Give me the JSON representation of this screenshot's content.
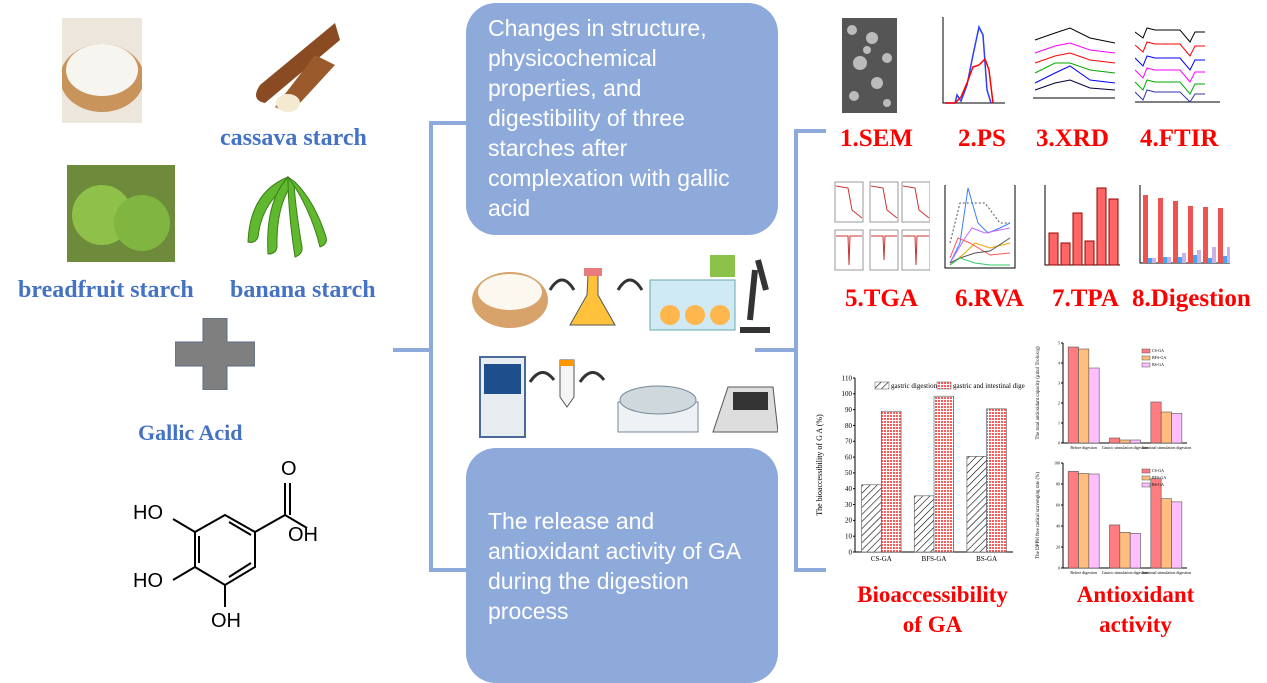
{
  "starches": {
    "cassava": "cassava starch",
    "breadfruit": "breadfruit starch",
    "banana": "banana starch"
  },
  "gallic_acid": {
    "title": "Gallic Acid",
    "atoms": {
      "oh1": "OH",
      "ho1": "HO",
      "ho2": "HO",
      "oh_bottom": "OH",
      "o": "O"
    }
  },
  "boxes": {
    "top": "Changes in structure, physicochemical properties, and digestibility of three starches after complexation with gallic acid",
    "bottom": "The release and antioxidant activity of GA during the digestion process"
  },
  "analyses": [
    "1.SEM",
    "2.PS",
    "3.XRD",
    "4.FTIR",
    "5.TGA",
    "6.RVA",
    "7.TPA",
    "8.Digestion"
  ],
  "results": {
    "bioaccessibility": "Bioaccessibility of GA",
    "antioxidant": "Antioxidant activity"
  },
  "colors": {
    "box": "#8eaadb",
    "label_blue": "#4472c4",
    "label_red": "#ff0000"
  },
  "chart_data": [
    {
      "type": "bar",
      "categories": [
        "CS-GA",
        "BFS-GA",
        "BS-GA"
      ],
      "series": [
        {
          "name": "gastric digestion",
          "values": [
            42.5,
            35.5,
            60.5
          ],
          "color": "#ffffff",
          "pattern": "hatch-black"
        },
        {
          "name": "gastric and intestinal digestion",
          "values": [
            89,
            98.5,
            90.5
          ],
          "color": "#ff8080",
          "pattern": "checker-red"
        }
      ],
      "ylabel": "The bioaccessibility of G A (%)",
      "ylim": [
        0,
        110
      ],
      "yticks": [
        0,
        10,
        20,
        30,
        40,
        50,
        60,
        70,
        80,
        90,
        100,
        110
      ],
      "legend": "top"
    },
    {
      "type": "bar",
      "categories": [
        "Before digestion",
        "Gastric stimulation digestion",
        "Intestinal stimulation digestion"
      ],
      "series": [
        {
          "name": "CS-GA",
          "values": [
            4.8,
            0.25,
            2.05
          ],
          "color": "#ff7c80"
        },
        {
          "name": "BFS-GA",
          "values": [
            4.7,
            0.15,
            1.55
          ],
          "color": "#ffbe7d"
        },
        {
          "name": "BS-GA",
          "values": [
            3.75,
            0.15,
            1.48
          ],
          "color": "#ffbfff"
        }
      ],
      "ylabel": "The total antioxidant capacity (μmol Trolox/g)",
      "ylim": [
        0,
        5
      ],
      "yticks": [
        0,
        1,
        2,
        3,
        4,
        5
      ],
      "legend": "top-right"
    },
    {
      "type": "bar",
      "categories": [
        "Before digestion",
        "Gastric stimulation digestion",
        "Intestinal stimulation digestion"
      ],
      "series": [
        {
          "name": "CS-GA",
          "values": [
            92,
            41,
            85
          ],
          "color": "#ff7c80"
        },
        {
          "name": "BFS-GA",
          "values": [
            90,
            34,
            66
          ],
          "color": "#ffbe7d"
        },
        {
          "name": "BS-GA",
          "values": [
            89.5,
            33,
            63
          ],
          "color": "#ffbfff"
        }
      ],
      "ylabel": "The DPPH free radical scavenging rate (%)",
      "ylim": [
        0,
        100
      ],
      "yticks": [
        0,
        20,
        40,
        60,
        80,
        100
      ],
      "legend": "top-right"
    }
  ]
}
